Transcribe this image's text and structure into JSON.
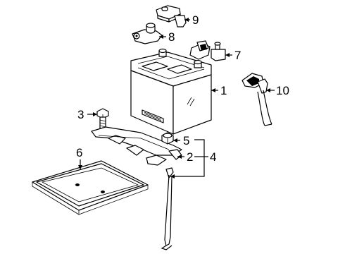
{
  "callouts": [
    {
      "id": "battery",
      "label": "1"
    },
    {
      "id": "hold-down-clamp",
      "label": "2"
    },
    {
      "id": "bolt",
      "label": "3"
    },
    {
      "id": "hold-down-assembly",
      "label": "4"
    },
    {
      "id": "nut",
      "label": "5"
    },
    {
      "id": "battery-tray",
      "label": "6"
    },
    {
      "id": "positive-terminal",
      "label": "7"
    },
    {
      "id": "negative-terminal",
      "label": "8"
    },
    {
      "id": "terminal-cover",
      "label": "9"
    },
    {
      "id": "cable",
      "label": "10"
    }
  ],
  "colors": {
    "line": "#000000",
    "background": "#ffffff"
  }
}
